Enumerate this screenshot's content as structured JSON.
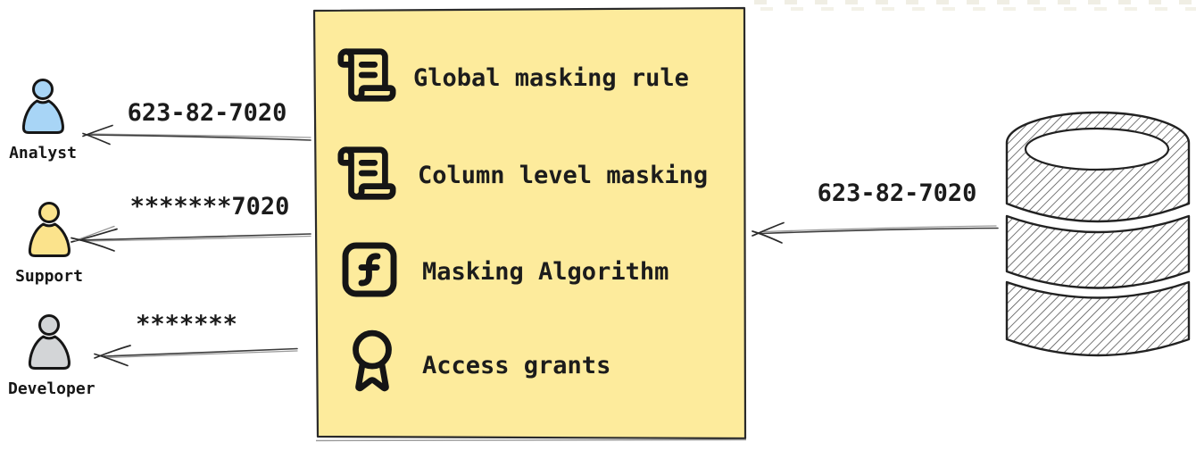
{
  "masking_box": {
    "items": [
      {
        "icon": "scroll-text-icon",
        "label": "Global masking rule"
      },
      {
        "icon": "scroll-text-icon",
        "label": "Column level masking"
      },
      {
        "icon": "function-square-icon",
        "label": "Masking Algorithm"
      },
      {
        "icon": "award-icon",
        "label": "Access grants"
      }
    ],
    "background": "#fdeb9c",
    "border": "#2a2a2a"
  },
  "personas": [
    {
      "name": "Analyst",
      "received_value": "623-82-7020",
      "color": "#a8d5f6"
    },
    {
      "name": "Support",
      "received_value": "*******7020",
      "color": "#fbe38c"
    },
    {
      "name": "Developer",
      "received_value": "*******",
      "color": "#d3d5d7"
    }
  ],
  "database": {
    "sent_value": "623-82-7020"
  },
  "colors": {
    "ink": "#1d1d1d",
    "arrow_main": "#3c3c3c",
    "arrow_echo": "#9a9a9a",
    "hatch": "#4a4a4a"
  }
}
